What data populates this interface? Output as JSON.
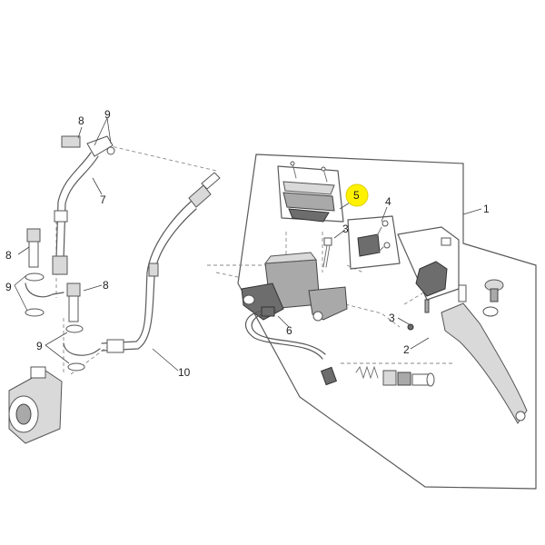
{
  "callouts": [
    {
      "id": "c1",
      "label": "1"
    },
    {
      "id": "c2",
      "label": "2"
    },
    {
      "id": "c3a",
      "label": "3"
    },
    {
      "id": "c3b",
      "label": "3"
    },
    {
      "id": "c4",
      "label": "4"
    },
    {
      "id": "c5",
      "label": "5"
    },
    {
      "id": "c6",
      "label": "6"
    },
    {
      "id": "c7",
      "label": "7"
    },
    {
      "id": "c8a",
      "label": "8"
    },
    {
      "id": "c8b",
      "label": "8"
    },
    {
      "id": "c8c",
      "label": "8"
    },
    {
      "id": "c9a",
      "label": "9"
    },
    {
      "id": "c9b",
      "label": "9"
    },
    {
      "id": "c9c",
      "label": "9"
    },
    {
      "id": "c10",
      "label": "10"
    }
  ],
  "highlight": {
    "label": "5",
    "color": "#fff200"
  },
  "colors": {
    "line": "#5a5a5a",
    "part_light": "#d9d9d9",
    "part_mid": "#a9a9a9",
    "part_dark": "#6d6d6d"
  }
}
